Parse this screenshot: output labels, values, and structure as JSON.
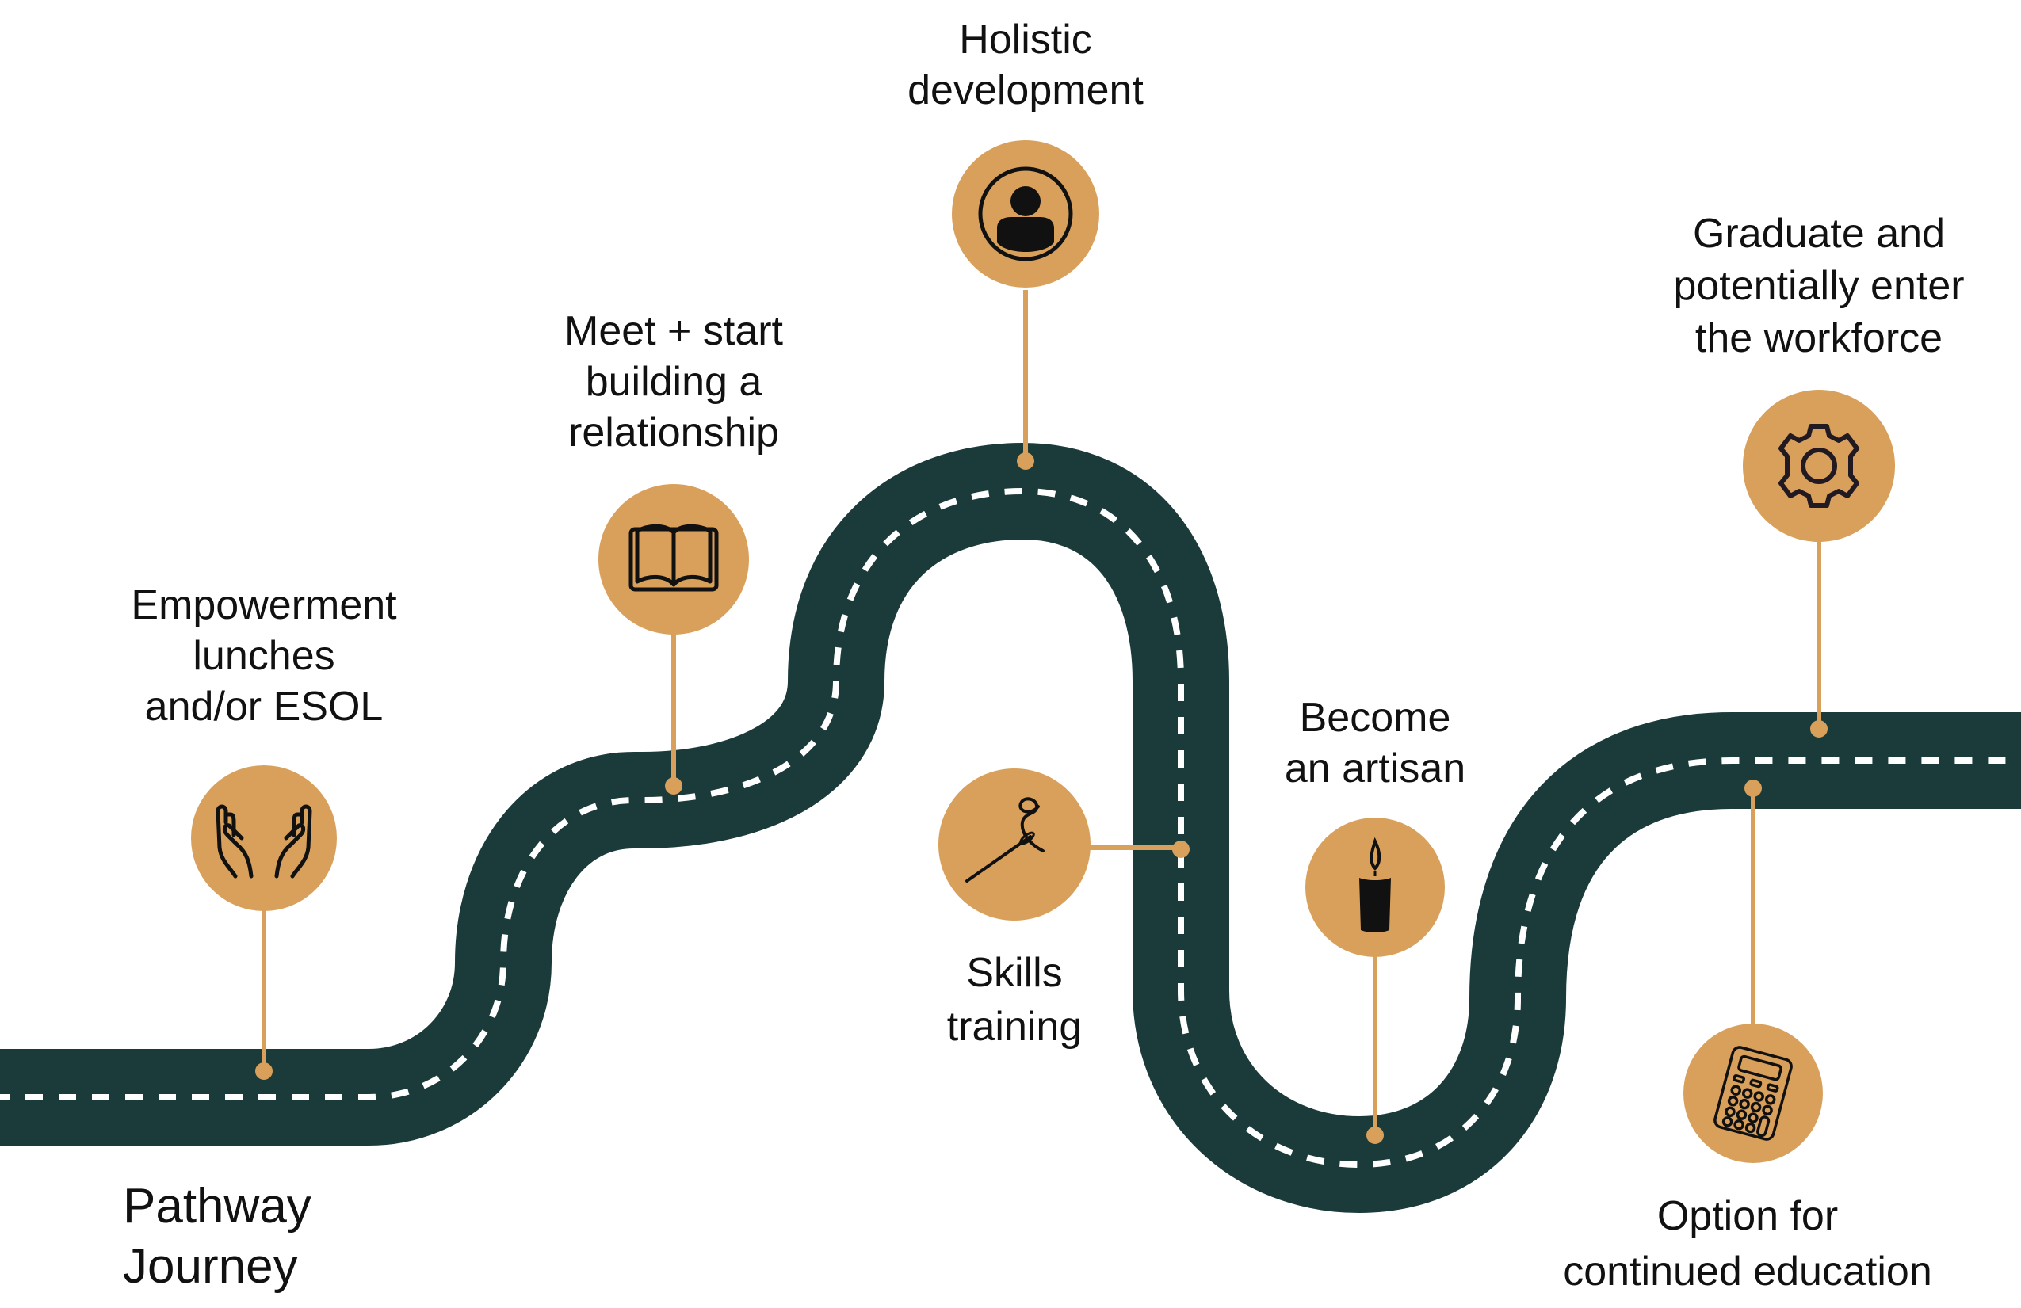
{
  "title": {
    "lines": [
      "Pathway",
      "Journey"
    ]
  },
  "colors": {
    "road": "#1b3b3a",
    "road_marking": "#ffffff",
    "accent": "#d9a05b",
    "icon": "#111111"
  },
  "milestones": [
    {
      "id": "empowerment",
      "label_lines": [
        "Empowerment",
        "lunches",
        "and/or ESOL"
      ],
      "icon": "open-hands-icon"
    },
    {
      "id": "relationship",
      "label_lines": [
        "Meet + start",
        "building a",
        "relationship"
      ],
      "icon": "open-book-icon"
    },
    {
      "id": "holistic",
      "label_lines": [
        "Holistic",
        "development"
      ],
      "icon": "user-profile-icon"
    },
    {
      "id": "skills",
      "label_lines": [
        "Skills",
        "training"
      ],
      "icon": "needle-thread-icon"
    },
    {
      "id": "artisan",
      "label_lines": [
        "Become",
        "an artisan"
      ],
      "icon": "candle-icon"
    },
    {
      "id": "education",
      "label_lines": [
        "Option for",
        "continued education"
      ],
      "icon": "calculator-icon"
    },
    {
      "id": "graduate",
      "label_lines": [
        "Graduate and",
        "potentially enter",
        "the workforce"
      ],
      "icon": "gear-icon"
    }
  ]
}
